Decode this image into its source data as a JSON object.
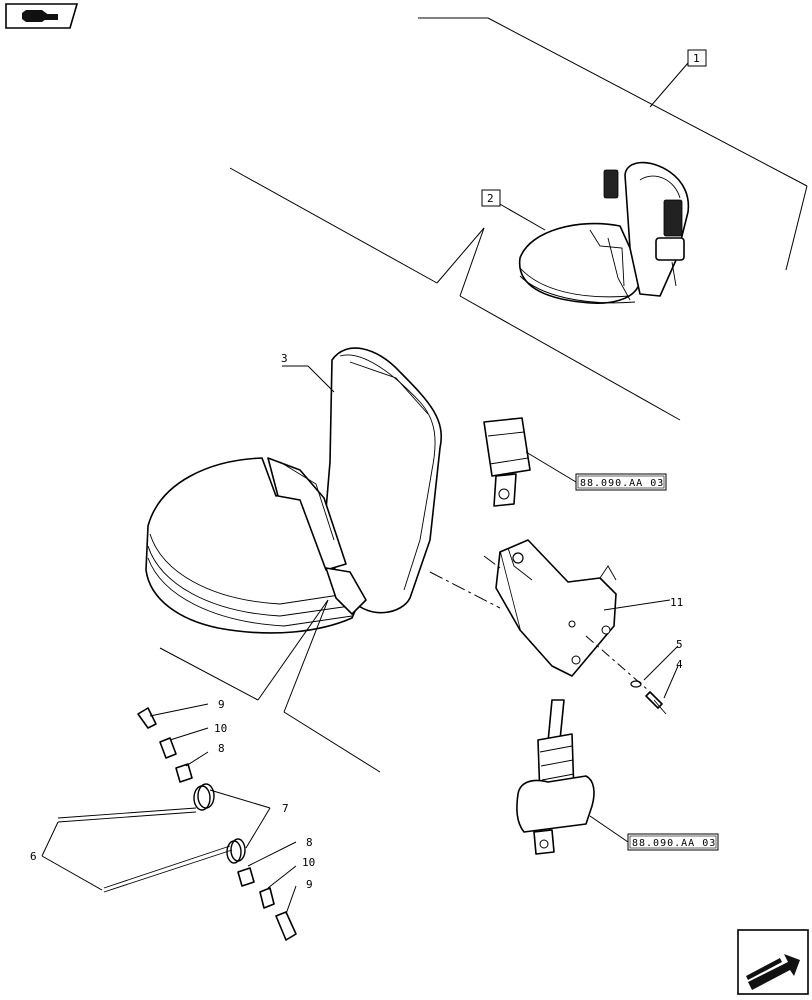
{
  "callouts": [
    {
      "id": "item-1",
      "label": "1"
    },
    {
      "id": "item-2",
      "label": "2"
    },
    {
      "id": "item-3",
      "label": "3"
    },
    {
      "id": "item-4",
      "label": "4"
    },
    {
      "id": "item-5",
      "label": "5"
    },
    {
      "id": "item-6",
      "label": "6"
    },
    {
      "id": "item-7",
      "label": "7"
    },
    {
      "id": "item-8a",
      "label": "8"
    },
    {
      "id": "item-8b",
      "label": "8"
    },
    {
      "id": "item-9a",
      "label": "9"
    },
    {
      "id": "item-9b",
      "label": "9"
    },
    {
      "id": "item-10a",
      "label": "10"
    },
    {
      "id": "item-10b",
      "label": "10"
    },
    {
      "id": "item-11",
      "label": "11"
    }
  ],
  "references": [
    {
      "id": "ref-buckle",
      "label": "88.090.AA 03"
    },
    {
      "id": "ref-retractor",
      "label": "88.090.AA 03"
    }
  ],
  "icons": {
    "top_left": "kit-arrow-icon",
    "bottom_right": "next-page-arrow-icon"
  }
}
